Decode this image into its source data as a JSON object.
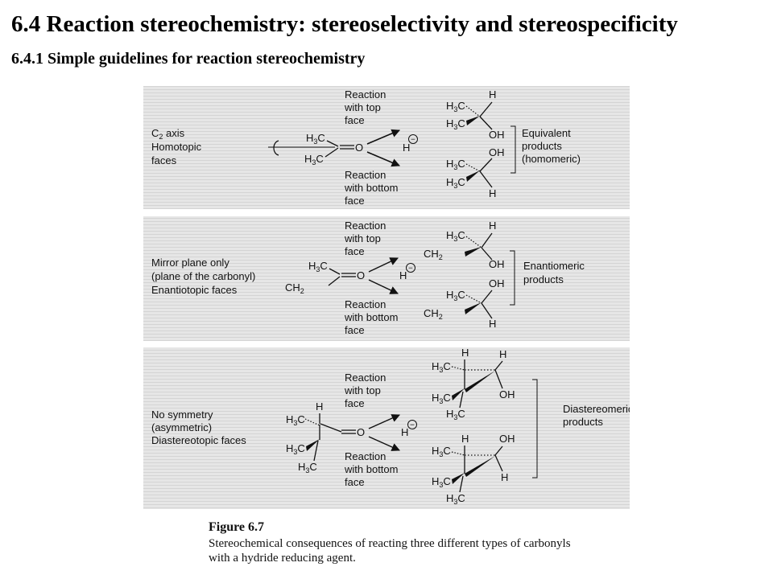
{
  "slide": {
    "title": "6.4 Reaction stereochemistry: stereoselectivity and stereospecificity",
    "subtitle": "6.4.1 Simple guidelines for reaction stereochemistry"
  },
  "figure": {
    "caption_label": "Figure 6.7",
    "caption_text": "Stereochemical consequences of reacting three different types of carbonyls with a hydride reducing agent.",
    "hydride": "H",
    "charge": "−",
    "top_face": [
      "Reaction",
      "with top",
      "face"
    ],
    "bottom_face": [
      "Reaction",
      "with bottom",
      "face"
    ],
    "panel1": {
      "description": [
        "C",
        "2",
        " axis",
        "Homotopic",
        "faces"
      ],
      "sub_a": "H",
      "sub_a_sub": "3",
      "sub_a_tail": "C",
      "sub_b": "H",
      "sub_b_sub": "3",
      "sub_b_tail": "C",
      "oxygen": "O",
      "result": [
        "Equivalent",
        "products",
        "(homomeric)"
      ]
    },
    "panel2": {
      "description": [
        "Mirror plane only",
        "(plane of the carbonyl)",
        "Enantiotopic faces"
      ],
      "oxygen": "O",
      "result": [
        "Enantiomeric",
        "products"
      ]
    },
    "panel3": {
      "description": [
        "No symmetry",
        "(asymmetric)",
        "Diastereotopic faces"
      ],
      "oxygen": "O",
      "result": [
        "Diastereomeric",
        "products"
      ]
    },
    "groups": {
      "h": "H",
      "oh": "OH",
      "h3": "H",
      "three": "3",
      "c": "C",
      "ch3ch": "CH",
      "two": "2"
    }
  }
}
